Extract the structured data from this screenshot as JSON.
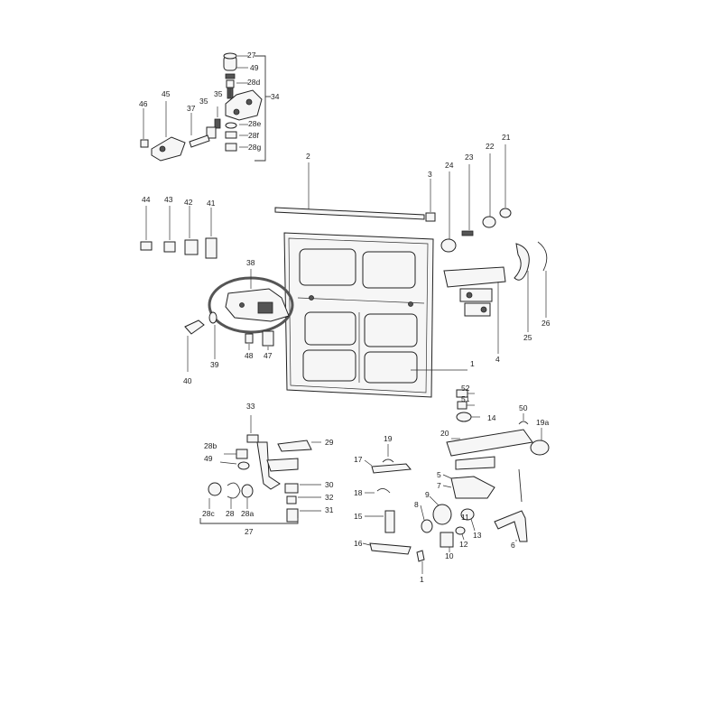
{
  "labels": {
    "l27t": "27",
    "l49a": "49",
    "l28d": "28d",
    "l35a": "35",
    "l35b": "35",
    "l34": "34",
    "l45": "45",
    "l46": "46",
    "l37": "37",
    "l28e": "28e",
    "l28f": "28f",
    "l28g": "28g",
    "l2": "2",
    "l3": "3",
    "l24": "24",
    "l23": "23",
    "l22": "22",
    "l21": "21",
    "l44": "44",
    "l43": "43",
    "l42": "42",
    "l41": "41",
    "l38": "38",
    "l40": "40",
    "l39": "39",
    "l48": "48",
    "l47": "47",
    "l4": "4",
    "l25": "25",
    "l26": "26",
    "l1a": "1",
    "l52": "52",
    "l51": "51",
    "l14": "14",
    "l50": "50",
    "l19a": "19a",
    "l33": "33",
    "l28b": "28b",
    "l29": "29",
    "l49b": "49",
    "l30": "30",
    "l32": "32",
    "l31": "31",
    "l28c": "28c",
    "l28": "28",
    "l28a": "28a",
    "l27": "27",
    "l19": "19",
    "l17": "17",
    "l18": "18",
    "l15": "15",
    "l16": "16",
    "l20": "20",
    "l5": "5",
    "l7": "7",
    "l8": "8",
    "l9": "9",
    "l10": "10",
    "l11": "11",
    "l12": "12",
    "l13": "13",
    "l6": "6",
    "l1b": "1"
  }
}
